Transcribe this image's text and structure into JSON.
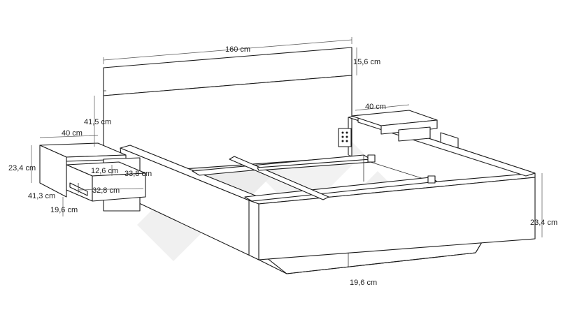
{
  "dimensions": {
    "headboard_width": "160 cm",
    "headboard_top_height": "15,6 cm",
    "headboard_height": "41,5 cm",
    "left_table_width": "40 cm",
    "left_table_height": "23,4 cm",
    "left_table_depth": "41,3 cm",
    "left_table_base": "19,6 cm",
    "drawer_height": "12,6 cm",
    "drawer_depth": "33,8 cm",
    "drawer_inner": "32,8 cm",
    "right_table_width": "40 cm",
    "frame_height": "23,4 cm",
    "frame_base": "19,6 cm"
  },
  "colors": {
    "line": "#1a1a1a",
    "watermark": "#ececec"
  }
}
